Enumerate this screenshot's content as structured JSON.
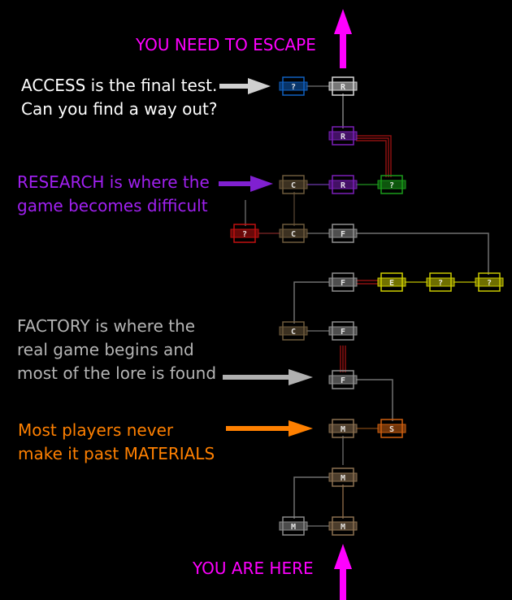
{
  "colors": {
    "background": "#000000",
    "escape": "#ff00ff",
    "access": "#ffffff",
    "research": "#a020f0",
    "factory": "#b4b4b4",
    "materials": "#ff8000",
    "here": "#ff00ff"
  },
  "annotations": {
    "escape": "YOU NEED TO ESCAPE",
    "access": [
      "ACCESS is the final test.",
      "Can you find a way out?"
    ],
    "research": [
      "RESEARCH is where the",
      "game becomes difficult"
    ],
    "factory": [
      "FACTORY is where the",
      "real game begins and",
      "most of the lore is found"
    ],
    "materials": [
      "Most players never",
      "make it past MATERIALS"
    ],
    "here": "YOU ARE HERE"
  },
  "rooms": [
    {
      "id": "access-save",
      "glyph": "?",
      "color": "#1060c0"
    },
    {
      "id": "access-1",
      "glyph": "R",
      "color": "#d8d8d8"
    },
    {
      "id": "research-1",
      "glyph": "R",
      "color": "#7a1fb8"
    },
    {
      "id": "research-2",
      "glyph": "R",
      "color": "#7a1fb8"
    },
    {
      "id": "research-trade",
      "glyph": "C",
      "color": "#6e5a3c"
    },
    {
      "id": "research-secret",
      "glyph": "?",
      "color": "#1a9c1a"
    },
    {
      "id": "factory-red",
      "glyph": "?",
      "color": "#c01010"
    },
    {
      "id": "factory-trade-1",
      "glyph": "C",
      "color": "#6e5a3c"
    },
    {
      "id": "factory-1",
      "glyph": "F",
      "color": "#909090"
    },
    {
      "id": "factory-2",
      "glyph": "F",
      "color": "#909090"
    },
    {
      "id": "extension-1",
      "glyph": "E",
      "color": "#d0d000"
    },
    {
      "id": "extension-2",
      "glyph": "?",
      "color": "#c8c800"
    },
    {
      "id": "extension-3",
      "glyph": "?",
      "color": "#c8c800"
    },
    {
      "id": "factory-trade-2",
      "glyph": "C",
      "color": "#6e5a3c"
    },
    {
      "id": "factory-3",
      "glyph": "F",
      "color": "#909090"
    },
    {
      "id": "factory-4",
      "glyph": "F",
      "color": "#909090"
    },
    {
      "id": "materials-1",
      "glyph": "M",
      "color": "#8a7050"
    },
    {
      "id": "storage",
      "glyph": "S",
      "color": "#d06010"
    },
    {
      "id": "materials-2",
      "glyph": "M",
      "color": "#8a7050"
    },
    {
      "id": "materials-3",
      "glyph": "M",
      "color": "#8a7050"
    },
    {
      "id": "mines",
      "glyph": "M",
      "color": "#8a8a8a"
    }
  ]
}
